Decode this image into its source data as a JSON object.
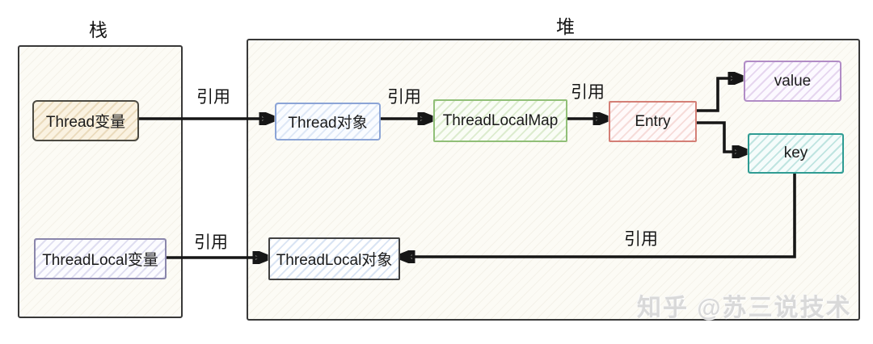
{
  "regions": {
    "stack": {
      "title": "栈"
    },
    "heap": {
      "title": "堆"
    }
  },
  "nodes": {
    "thread_var": {
      "label": "Thread变量",
      "border": "#4c4a42",
      "fill": "#faf2e1",
      "hatch": "#c7a5694d"
    },
    "threadlocal_var": {
      "label": "ThreadLocal变量",
      "border": "#8a86ab",
      "fill": "#fcfcff",
      "hatch": "#9691c848"
    },
    "thread_obj": {
      "label": "Thread对象",
      "border": "#8ba4d6",
      "fill": "#fafcff",
      "hatch": "#8caadc40"
    },
    "threadlocalmap": {
      "label": "ThreadLocalMap",
      "border": "#90bf77",
      "fill": "#fafdf6",
      "hatch": "#8cbe6444"
    },
    "entry": {
      "label": "Entry",
      "border": "#d47f76",
      "fill": "#fffafa",
      "hatch": "#dc827840"
    },
    "value": {
      "label": "value",
      "border": "#b18cc6",
      "fill": "#fcf9ff",
      "hatch": "#af82c84a"
    },
    "key": {
      "label": "key",
      "border": "#2f9c93",
      "fill": "#f5fcfb",
      "hatch": "#3caaa04a"
    },
    "threadlocal_obj": {
      "label": "ThreadLocal对象",
      "border": "#414141",
      "fill": "#ffffff",
      "hatch": "#82a5d74d"
    }
  },
  "edges": [
    {
      "from": "thread_var",
      "to": "thread_obj",
      "label": "引用"
    },
    {
      "from": "thread_obj",
      "to": "threadlocalmap",
      "label": "引用"
    },
    {
      "from": "threadlocalmap",
      "to": "entry",
      "label": "引用"
    },
    {
      "from": "entry",
      "to": "value",
      "label": ""
    },
    {
      "from": "entry",
      "to": "key",
      "label": ""
    },
    {
      "from": "threadlocal_var",
      "to": "threadlocal_obj",
      "label": "引用"
    },
    {
      "from": "key",
      "to": "threadlocal_obj",
      "label": "引用"
    }
  ],
  "colors": {
    "arrow": "#161616",
    "text": "#1b1b1b",
    "region_border": "#383838",
    "region_fill": "#fcfbf5",
    "region_hatch": "#beb49622",
    "watermark_text": "#d9d9d9"
  },
  "watermark": "知乎 @苏三说技术"
}
